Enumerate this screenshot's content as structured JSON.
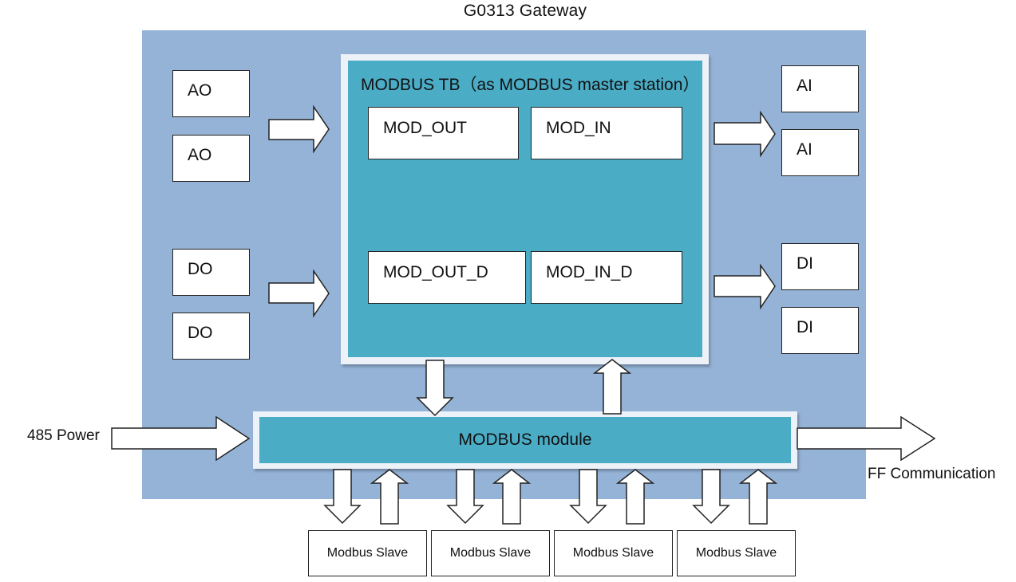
{
  "title": "G0313 Gateway",
  "colors": {
    "gateway_background": "#95b3d7",
    "block_fill": "#4bacc6",
    "block_frame": "#edf2f8",
    "box_fill": "#ffffff"
  },
  "tb": {
    "label": "MODBUS TB（as MODBUS master station）",
    "mod_out": "MOD_OUT",
    "mod_in": "MOD_IN",
    "mod_out_d": "MOD_OUT_D",
    "mod_in_d": "MOD_IN_D"
  },
  "left_inputs": {
    "ao_1": "AO",
    "ao_2": "AO",
    "do_1": "DO",
    "do_2": "DO"
  },
  "right_outputs": {
    "ai_1": "AI",
    "ai_2": "AI",
    "di_1": "DI",
    "di_2": "DI"
  },
  "module": {
    "label": "MODBUS module"
  },
  "power_label": "485 Power",
  "ff_label": "FF Communication",
  "slaves": [
    "Modbus Slave",
    "Modbus Slave",
    "Modbus Slave",
    "Modbus Slave"
  ]
}
